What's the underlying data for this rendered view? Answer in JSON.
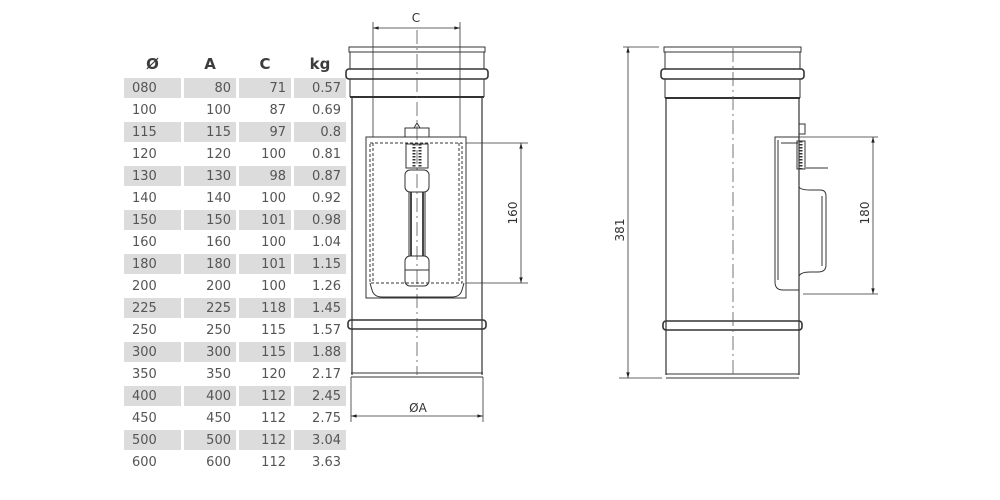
{
  "table": {
    "headers": [
      "Ø",
      "A",
      "C",
      "kg"
    ],
    "rows": [
      [
        "080",
        "80",
        "71",
        "0.57"
      ],
      [
        "100",
        "100",
        "87",
        "0.69"
      ],
      [
        "115",
        "115",
        "97",
        "0.8"
      ],
      [
        "120",
        "120",
        "100",
        "0.81"
      ],
      [
        "130",
        "130",
        "98",
        "0.87"
      ],
      [
        "140",
        "140",
        "100",
        "0.92"
      ],
      [
        "150",
        "150",
        "101",
        "0.98"
      ],
      [
        "160",
        "160",
        "100",
        "1.04"
      ],
      [
        "180",
        "180",
        "101",
        "1.15"
      ],
      [
        "200",
        "200",
        "100",
        "1.26"
      ],
      [
        "225",
        "225",
        "118",
        "1.45"
      ],
      [
        "250",
        "250",
        "115",
        "1.57"
      ],
      [
        "300",
        "300",
        "115",
        "1.88"
      ],
      [
        "350",
        "350",
        "120",
        "2.17"
      ],
      [
        "400",
        "400",
        "112",
        "2.45"
      ],
      [
        "450",
        "450",
        "112",
        "2.75"
      ],
      [
        "500",
        "500",
        "112",
        "3.04"
      ],
      [
        "600",
        "600",
        "112",
        "3.63"
      ]
    ]
  },
  "front_view": {
    "dim_c_label": "C",
    "dim_opening_height_label": "160",
    "dim_diameter_label": "ØA"
  },
  "side_view": {
    "dim_total_height_label": "381",
    "dim_door_height_label": "180"
  },
  "colors": {
    "row_shade": "#dcdcdc",
    "line": "#333333"
  }
}
